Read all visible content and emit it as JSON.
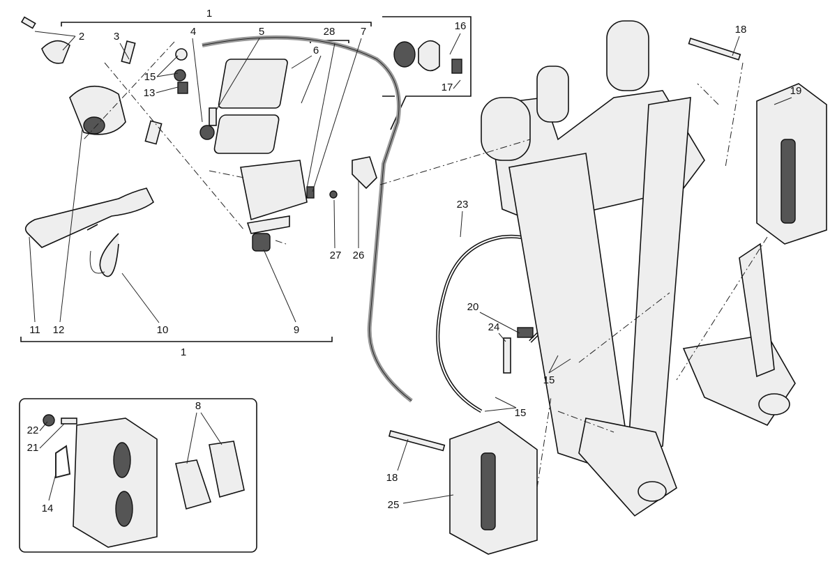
{
  "diagram": {
    "type": "exploded-parts-diagram",
    "labels": [
      "1",
      "2",
      "3",
      "4",
      "15",
      "13",
      "5",
      "28",
      "6",
      "7",
      "16",
      "17",
      "18",
      "19",
      "23",
      "27",
      "26",
      "9",
      "10",
      "11",
      "12",
      "1",
      "20",
      "24",
      "15",
      "15",
      "18",
      "25",
      "22",
      "21",
      "14",
      "8"
    ]
  }
}
